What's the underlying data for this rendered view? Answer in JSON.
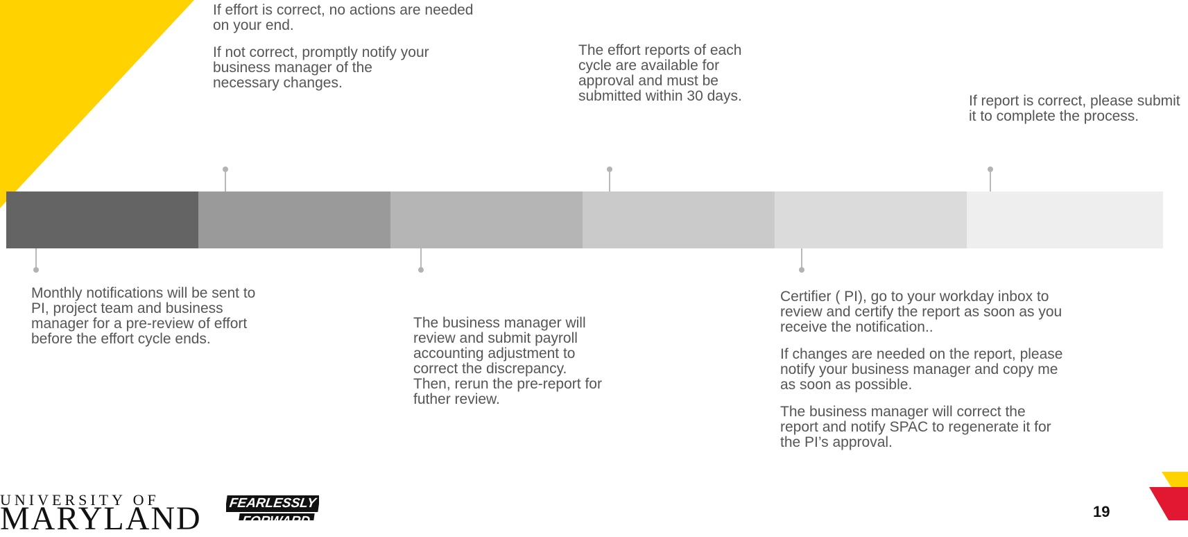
{
  "colors": {
    "accent_yellow": "#ffd200",
    "accent_red": "#e21833",
    "bar_segments": [
      "#646464",
      "#9a9a9a",
      "#b5b5b5",
      "#cacaca",
      "#dbdbdb",
      "#eeeeee"
    ]
  },
  "timeline": {
    "top_notes": [
      {
        "paragraphs": [
          "If effort is correct, no actions are needed on your end.",
          "If not correct, promptly notify your business manager of the necessary changes."
        ]
      },
      {
        "paragraphs": [
          "The effort reports of each cycle are available for approval and must be submitted within 30 days."
        ]
      },
      {
        "paragraphs": [
          "If report is correct, please submit it to complete the process."
        ]
      }
    ],
    "bottom_notes": [
      {
        "paragraphs": [
          "Monthly notifications will be sent to PI, project team and business manager for a pre-review of effort before the effort cycle ends."
        ]
      },
      {
        "paragraphs": [
          "The business manager will review and submit payroll accounting adjustment to correct the discrepancy. Then, rerun the pre-report for futher review."
        ]
      },
      {
        "paragraphs": [
          "Certifier ( PI),  go to your workday inbox to review and certify the report as soon as you receive the notification..",
          "If changes are needed on the report, please notify your business manager and copy me as soon as possible.",
          "The business manager will correct the report and notify SPAC to regenerate it for the PI’s approval."
        ]
      }
    ]
  },
  "footer": {
    "logo_university": "UNIVERSITY OF",
    "logo_maryland": "MARYLAND",
    "logo_fearlessly": "FEARLESSLY",
    "logo_forward": "FORWARD",
    "page_number": "19"
  }
}
